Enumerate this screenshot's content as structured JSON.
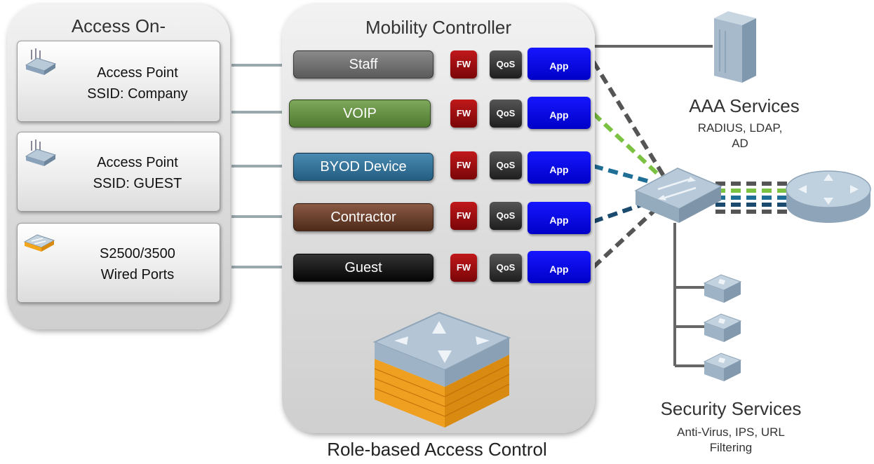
{
  "access": {
    "title": "Access On-",
    "items": [
      {
        "line1": "Access Point",
        "line2": "SSID: Company"
      },
      {
        "line1": "Access Point",
        "line2": "SSID: GUEST"
      },
      {
        "line1": "S2500/3500",
        "line2": "Wired Ports"
      }
    ]
  },
  "controller": {
    "title": "Mobility Controller",
    "caption": "Role-based Access Control",
    "roles": [
      {
        "label": "Staff",
        "color": "#6e6e6e",
        "line_color": "#666666"
      },
      {
        "label": "VOIP",
        "color": "#5f8a3e",
        "line_color": "#7cc242"
      },
      {
        "label": "BYOD Device",
        "color": "#2f6f96",
        "line_color": "#1f6e96"
      },
      {
        "label": "Contractor",
        "color": "#6a3a28",
        "line_color": "#1a4a6e"
      },
      {
        "label": "Guest",
        "color": "#111111",
        "line_color": "#666666"
      }
    ],
    "fw_label": "FW",
    "qos_label": "QoS",
    "app_label": "App"
  },
  "aaa": {
    "title": "AAA Services",
    "subtitle": "RADIUS, LDAP, AD"
  },
  "security": {
    "title": "Security Services",
    "subtitle": "Anti-Virus, IPS, URL Filtering"
  }
}
